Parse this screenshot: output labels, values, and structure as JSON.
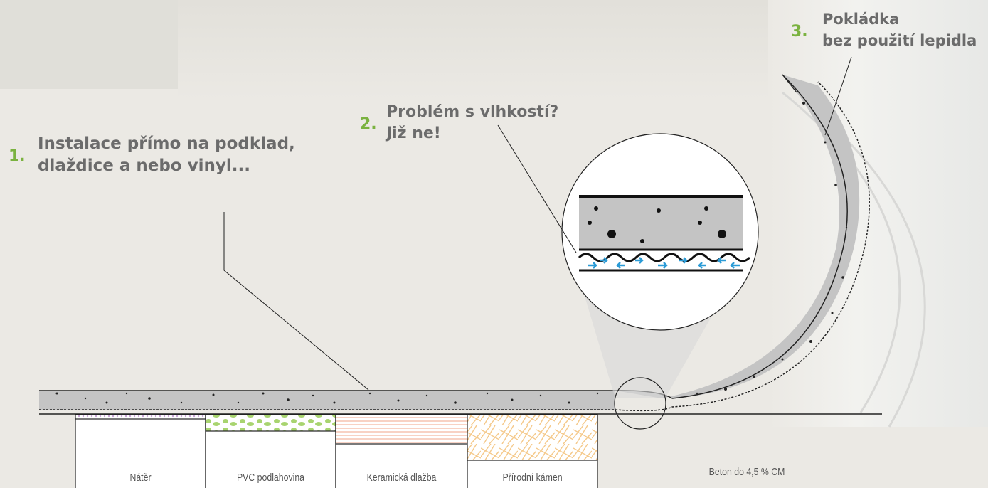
{
  "callouts": [
    {
      "number": "1.",
      "lines": [
        "Instalace přímo na podklad,",
        "dlaždice a nebo vinyl..."
      ]
    },
    {
      "number": "2.",
      "lines": [
        "Problém s vlhkostí?",
        "Již ne!"
      ]
    },
    {
      "number": "3.",
      "lines": [
        "Pokládka",
        "bez použití lepidla"
      ]
    }
  ],
  "substrates": [
    {
      "label": "Nátěr"
    },
    {
      "label": "PVC podlahovina"
    },
    {
      "label": "Keramická dlažba"
    },
    {
      "label": "Přírodní kámen"
    },
    {
      "label": "Beton do 4,5 % CM"
    }
  ],
  "colors": {
    "accent_number": "#7ab23f",
    "callout_text": "#6b6b6b",
    "tile_fill": "#c4c4c4",
    "moisture_arrow": "#2b9bd6",
    "pvc_pattern": "#a8d46f",
    "ceramic_pattern": "#f2a58a",
    "stone_pattern": "#f5c98a"
  }
}
